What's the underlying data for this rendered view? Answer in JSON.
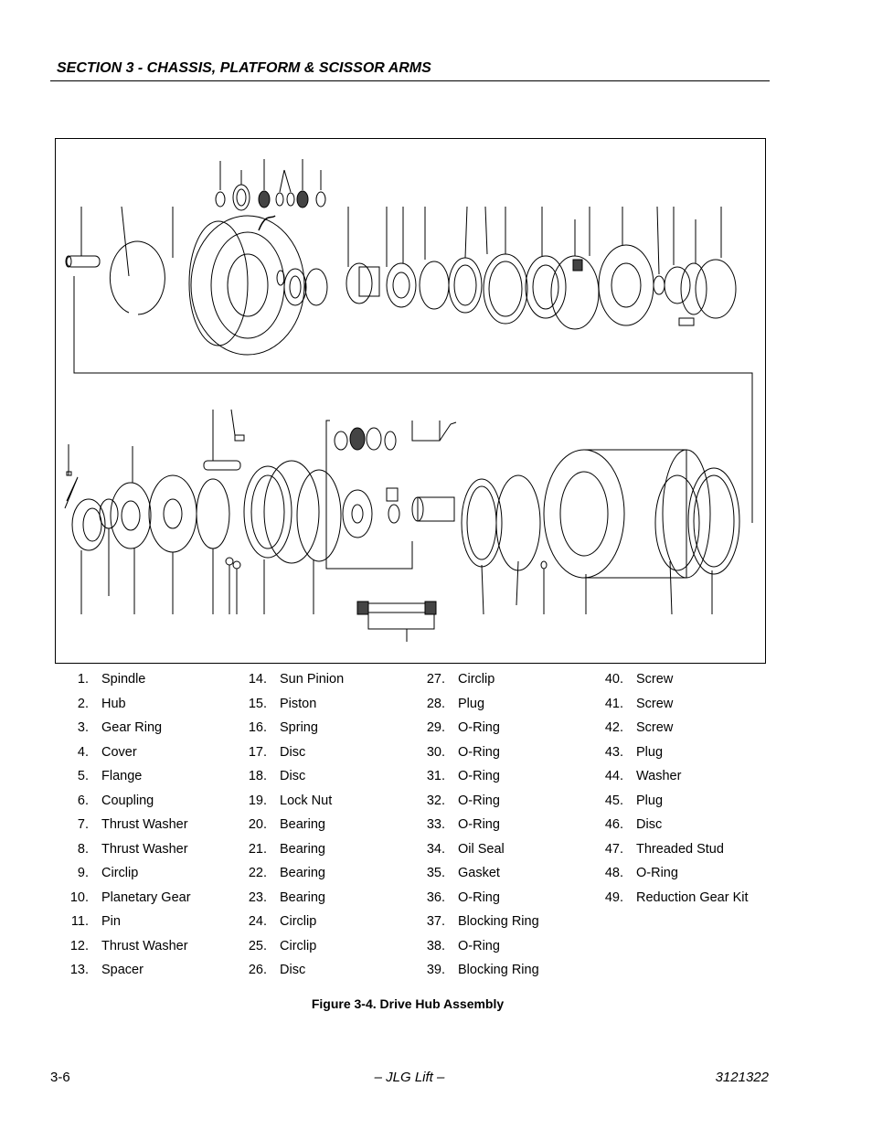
{
  "header": {
    "section_title": "SECTION 3 - CHASSIS, PLATFORM & SCISSOR ARMS"
  },
  "legend": {
    "columns": [
      [
        {
          "num": "1.",
          "label": "Spindle"
        },
        {
          "num": "2.",
          "label": "Hub"
        },
        {
          "num": "3.",
          "label": "Gear Ring"
        },
        {
          "num": "4.",
          "label": "Cover"
        },
        {
          "num": "5.",
          "label": "Flange"
        },
        {
          "num": "6.",
          "label": "Coupling"
        },
        {
          "num": "7.",
          "label": "Thrust Washer"
        },
        {
          "num": "8.",
          "label": "Thrust Washer"
        },
        {
          "num": "9.",
          "label": "Circlip"
        },
        {
          "num": "10.",
          "label": "Planetary Gear"
        },
        {
          "num": "11.",
          "label": "Pin"
        },
        {
          "num": "12.",
          "label": "Thrust Washer"
        },
        {
          "num": "13.",
          "label": "Spacer"
        }
      ],
      [
        {
          "num": "14.",
          "label": "Sun Pinion"
        },
        {
          "num": "15.",
          "label": "Piston"
        },
        {
          "num": "16.",
          "label": "Spring"
        },
        {
          "num": "17.",
          "label": "Disc"
        },
        {
          "num": "18.",
          "label": "Disc"
        },
        {
          "num": "19.",
          "label": "Lock Nut"
        },
        {
          "num": "20.",
          "label": "Bearing"
        },
        {
          "num": "21.",
          "label": "Bearing"
        },
        {
          "num": "22.",
          "label": "Bearing"
        },
        {
          "num": "23.",
          "label": "Bearing"
        },
        {
          "num": "24.",
          "label": "Circlip"
        },
        {
          "num": "25.",
          "label": "Circlip"
        },
        {
          "num": "26.",
          "label": "Disc"
        }
      ],
      [
        {
          "num": "27.",
          "label": "Circlip"
        },
        {
          "num": "28.",
          "label": "Plug"
        },
        {
          "num": "29.",
          "label": "O-Ring"
        },
        {
          "num": "30.",
          "label": "O-Ring"
        },
        {
          "num": "31.",
          "label": "O-Ring"
        },
        {
          "num": "32.",
          "label": "O-Ring"
        },
        {
          "num": "33.",
          "label": "O-Ring"
        },
        {
          "num": "34.",
          "label": "Oil Seal"
        },
        {
          "num": "35.",
          "label": "Gasket"
        },
        {
          "num": "36.",
          "label": "O-Ring"
        },
        {
          "num": "37.",
          "label": "Blocking Ring"
        },
        {
          "num": "38.",
          "label": "O-Ring"
        },
        {
          "num": "39.",
          "label": "Blocking Ring"
        }
      ],
      [
        {
          "num": "40.",
          "label": "Screw"
        },
        {
          "num": "41.",
          "label": "Screw"
        },
        {
          "num": "42.",
          "label": "Screw"
        },
        {
          "num": "43.",
          "label": "Plug"
        },
        {
          "num": "44.",
          "label": "Washer"
        },
        {
          "num": "45.",
          "label": "Plug"
        },
        {
          "num": "46.",
          "label": "Disc"
        },
        {
          "num": "47.",
          "label": "Threaded Stud"
        },
        {
          "num": "48.",
          "label": "O-Ring"
        },
        {
          "num": "49.",
          "label": "Reduction Gear Kit"
        }
      ]
    ]
  },
  "caption": "Figure 3-4.  Drive Hub Assembly",
  "footer": {
    "page": "3-6",
    "center": "– JLG Lift –",
    "doc_number": "3121322"
  }
}
